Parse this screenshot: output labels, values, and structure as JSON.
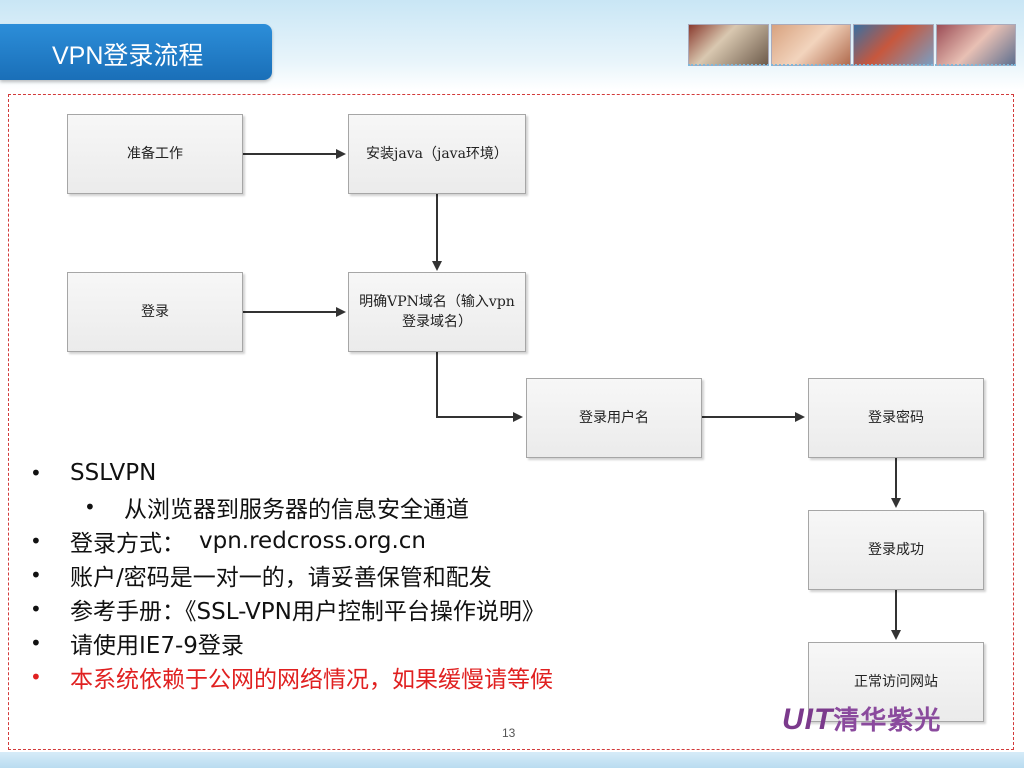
{
  "slide": {
    "title": "VPN登录流程",
    "page_number": "13",
    "logo": {
      "text_a": "UIT",
      "text_b": "清华紫光"
    }
  },
  "flow": {
    "prepare": "准备工作",
    "install_java": "安装java（java环境）",
    "login": "登录",
    "vpn_domain": "明确VPN域名（输入vpn登录域名）",
    "username": "登录用户名",
    "password": "登录密码",
    "success": "登录成功",
    "access": "正常访问网站"
  },
  "bullets": {
    "item1": "SSLVPN",
    "item1_sub": "从浏览器到服务器的信息安全通道",
    "item2_label": "登录方式：",
    "item2_value": "vpn.redcross.org.cn",
    "item3": "账户/密码是一对一的，请妥善保管和配发",
    "item4": "参考手册：《SSL-VPN用户控制平台操作说明》",
    "item5": "请使用IE7-9登录",
    "item6": "本系统依赖于公网的网络情况，如果缓慢请等候"
  },
  "colors": {
    "title_bg": "#1a6fb8",
    "frame_border": "#d23a3a",
    "warning_text": "#e02020",
    "logo": "#7b3a8c"
  }
}
